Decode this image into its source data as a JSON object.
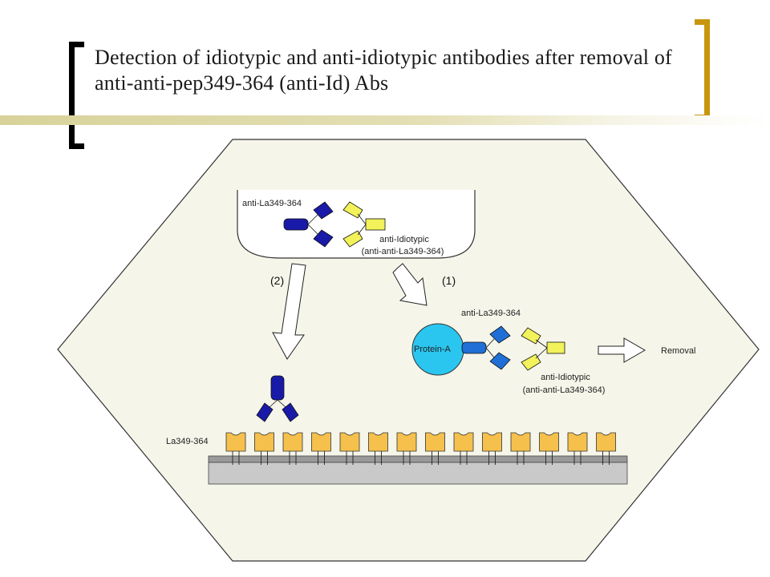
{
  "title": "Detection of idiotypic and anti-idiotypic antibodies after removal of anti-anti-pep349-364 (anti-Id) Abs",
  "labels": {
    "beaker_antibody": "anti-La349-364",
    "beaker_anti_id_line1": "anti-Idiotypic",
    "beaker_anti_id_line2": "(anti-anti-La349-364)",
    "step2": "(2)",
    "step1": "(1)",
    "protein_a": "Protein-A",
    "bound_antibody": "anti-La349-364",
    "removed_anti_id_line1": "anti-Idiotypic",
    "removed_anti_id_line2": "(anti-anti-La349-364)",
    "removal": "Removal",
    "peptide": "La349-364"
  },
  "colors": {
    "hexagon_fill": "#f5f5ea",
    "antibody_dark": "#1a1aa8",
    "antibody_blue": "#1f6fd6",
    "anti_id_yellow": "#f2f25a",
    "protein_a": "#2ac6f0",
    "peptide": "#f5c04c",
    "plate": "#c9c9c9"
  },
  "peptide_count": 14
}
